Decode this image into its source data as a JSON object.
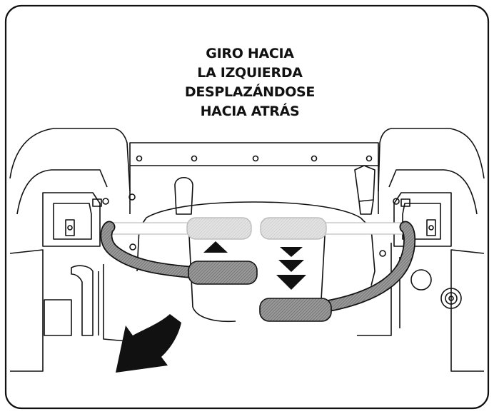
{
  "instruction": {
    "line1": "GIRO HACIA",
    "line2": "LA IZQUIERDA",
    "line3": "DESPLAZÁNDOSE",
    "line4": "HACIA ATRÁS"
  },
  "colors": {
    "line": "#111111",
    "grip_gray": "#8a8a8a",
    "ghost_gray": "#d6d6d6",
    "background": "#ffffff"
  },
  "icons": {
    "left_lever_direction": "arrow-up-icon",
    "right_lever_direction": "triple-arrow-down-icon",
    "turn_direction": "curved-arrow-left-icon"
  }
}
